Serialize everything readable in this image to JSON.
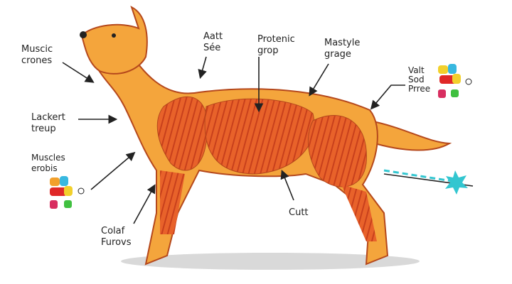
{
  "labels": {
    "muscic_crones": "Muscic\ncrones",
    "aatt_see": "Aatt\nSée",
    "protenic_grop": "Protenic\ngrop",
    "mastyle_grage": "Mastyle\ngrage",
    "valt_sod_prree": "Valt\nSod\nPrree",
    "lackert_treup": "Lackert\ntreup",
    "muscles_erobis": "Muscles\nerobis",
    "colaf_furovs": "Colaf\nFurovs",
    "cutt": "Cutt"
  },
  "colors": {
    "fur": "#f4a53c",
    "muscle": "#e8622a",
    "muscle_stripe": "#c8401c",
    "outline": "#b5481c",
    "shadow": "#d9d9d9",
    "dashed_arrow": "#33c6d0"
  }
}
